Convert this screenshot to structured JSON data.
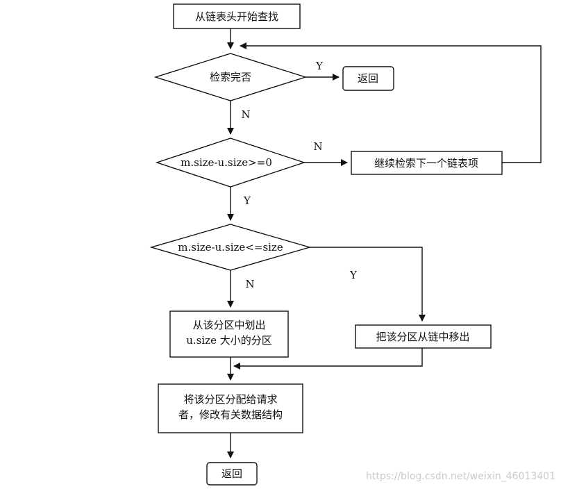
{
  "nodes": {
    "start": "从链表头开始查找",
    "check_done": "检索完否",
    "return_top": "返回",
    "size_ge": "m.size-u.size>=0",
    "next_item": "继续检索下一个链表项",
    "size_le": "m.size-u.size<=size",
    "split_line1": "从该分区中划出",
    "split_line2": "u.size 大小的分区",
    "remove": "把该分区从链中移出",
    "alloc_line1": "将该分区分配给请求",
    "alloc_line2": "者，修改有关数据结构",
    "return_bottom": "返回"
  },
  "edges": {
    "done_yes": "Y",
    "done_no": "N",
    "ge_no": "N",
    "ge_yes": "Y",
    "le_no": "N",
    "le_yes": "Y"
  },
  "watermark": "https://blog.csdn.net/weixin_46013401"
}
